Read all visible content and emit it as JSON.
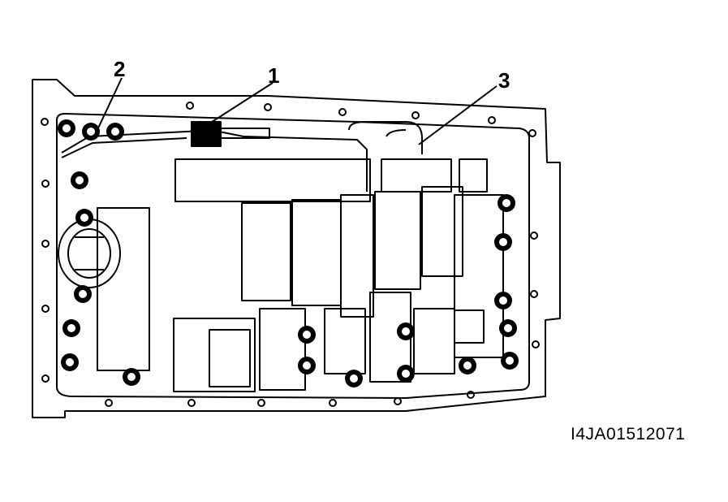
{
  "callouts": [
    {
      "id": "1",
      "label": "1"
    },
    {
      "id": "2",
      "label": "2"
    },
    {
      "id": "3",
      "label": "3"
    }
  ],
  "figure_code": "I4JA01512071",
  "colors": {
    "ink": "#000000",
    "paper": "#ffffff"
  }
}
